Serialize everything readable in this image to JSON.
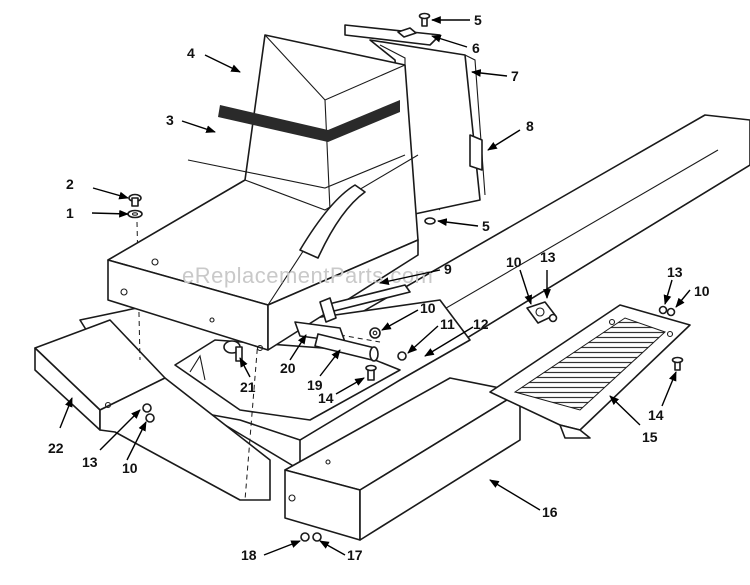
{
  "watermark": "eReplacementParts.com",
  "callouts": [
    {
      "label": "1"
    },
    {
      "label": "2"
    },
    {
      "label": "3"
    },
    {
      "label": "4"
    },
    {
      "label": "5"
    },
    {
      "label": "6"
    },
    {
      "label": "7"
    },
    {
      "label": "8"
    },
    {
      "label": "5"
    },
    {
      "label": "9"
    },
    {
      "label": "10"
    },
    {
      "label": "13"
    },
    {
      "label": "13"
    },
    {
      "label": "10"
    },
    {
      "label": "10"
    },
    {
      "label": "11"
    },
    {
      "label": "12"
    },
    {
      "label": "20"
    },
    {
      "label": "19"
    },
    {
      "label": "21"
    },
    {
      "label": "14"
    },
    {
      "label": "14"
    },
    {
      "label": "15"
    },
    {
      "label": "22"
    },
    {
      "label": "13"
    },
    {
      "label": "10"
    },
    {
      "label": "16"
    },
    {
      "label": "18"
    },
    {
      "label": "17"
    }
  ]
}
